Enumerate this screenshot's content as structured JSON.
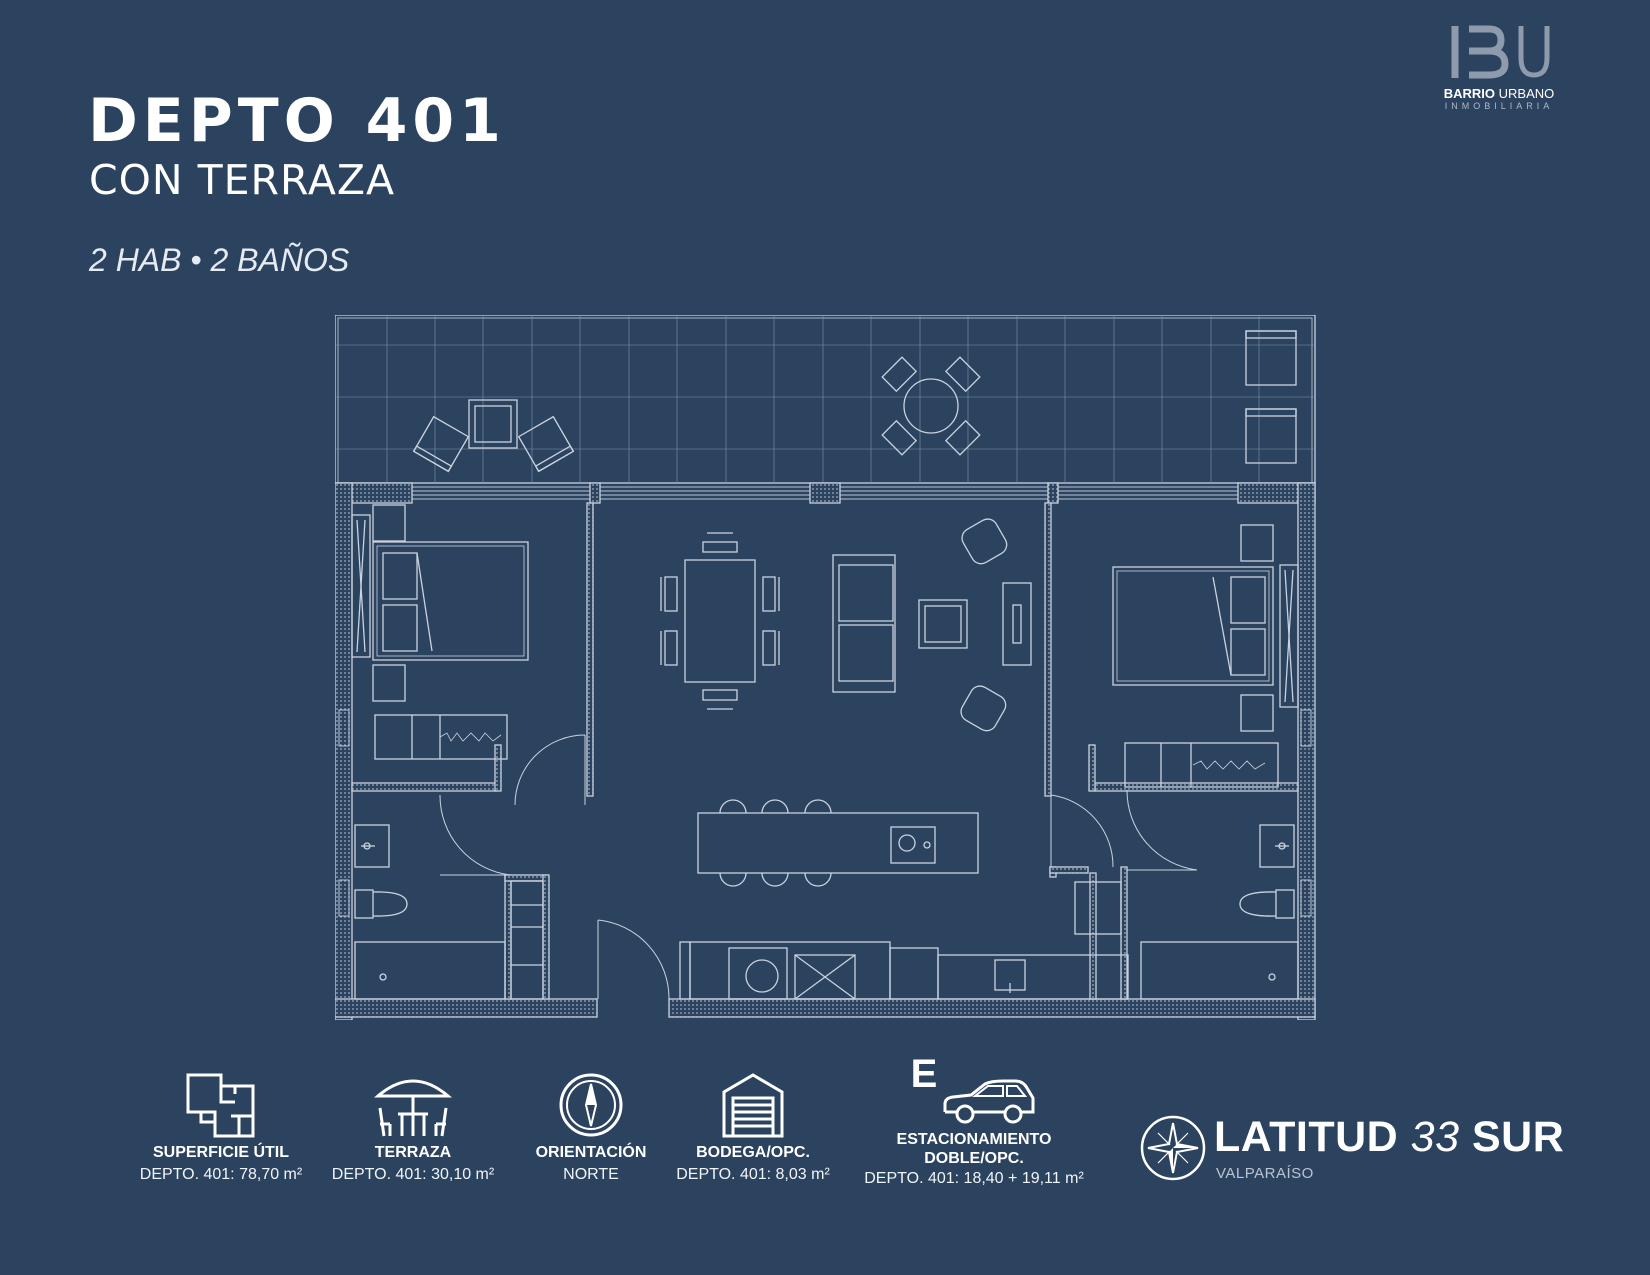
{
  "header": {
    "title": "DEPTO 401",
    "subtitle": "CON TERRAZA",
    "rooms": "2 HAB • 2 BAÑOS"
  },
  "logo": {
    "mark": "BU",
    "name_bold": "BARRIO",
    "name_rest": "URBANO",
    "tagline": "INMOBILIARIA"
  },
  "features": [
    {
      "icon": "floorplan-icon",
      "label": "SUPERFICIE ÚTIL",
      "value": "DEPTO. 401: 78,70 m²"
    },
    {
      "icon": "parasol-icon",
      "label": "TERRAZA",
      "value": "DEPTO. 401: 30,10 m²"
    },
    {
      "icon": "compass-icon",
      "label": "ORIENTACIÓN",
      "value": "NORTE"
    },
    {
      "icon": "garage-icon",
      "label": "BODEGA/OPC.",
      "value": "DEPTO. 401: 8,03 m²"
    },
    {
      "icon": "car-icon",
      "label": "ESTACIONAMIENTO\nDOBLE/OPC.",
      "value": "DEPTO. 401: 18,40 + 19,11 m²",
      "badge": "E"
    }
  ],
  "brand": {
    "name_a": "LATITUD",
    "name_b": "33",
    "name_c": "SUR",
    "place": "VALPARAÍSO"
  },
  "colors": {
    "background": "#2c4360",
    "line": "#c9d3df",
    "text": "#ffffff"
  }
}
